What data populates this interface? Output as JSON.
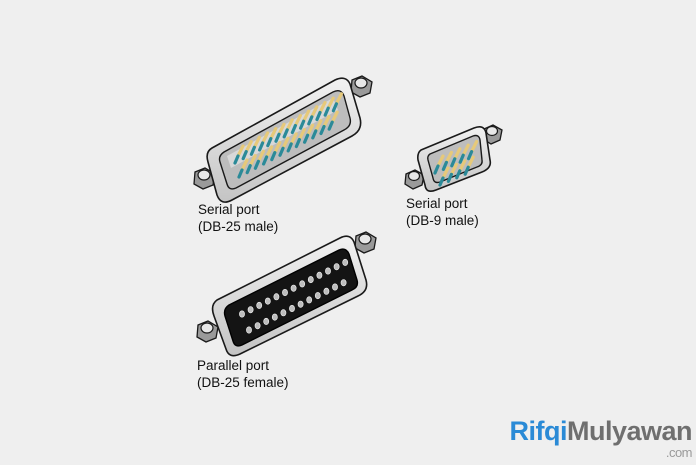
{
  "connectors": [
    {
      "id": "db25-male",
      "name_line": "Serial port",
      "type_line": "(DB-25 male)",
      "pins": 25,
      "gender": "male"
    },
    {
      "id": "db9-male",
      "name_line": "Serial port",
      "type_line": "(DB-9 male)",
      "pins": 9,
      "gender": "male"
    },
    {
      "id": "db25-female",
      "name_line": "Parallel port",
      "type_line": "(DB-25 female)",
      "pins": 25,
      "gender": "female"
    }
  ],
  "watermark": {
    "part1": "Rifqi",
    "part2": "Mulyawan",
    "suffix": ".com"
  },
  "colors": {
    "background": "#efefef",
    "shell": "#d8d8d8",
    "outline": "#1a1a1a",
    "pin_body": "#e6c97a",
    "pin_tip": "#2b8a98",
    "female_face": "#141414",
    "watermark_blue": "#2a8ad6",
    "watermark_gray": "#6f6f6f"
  }
}
